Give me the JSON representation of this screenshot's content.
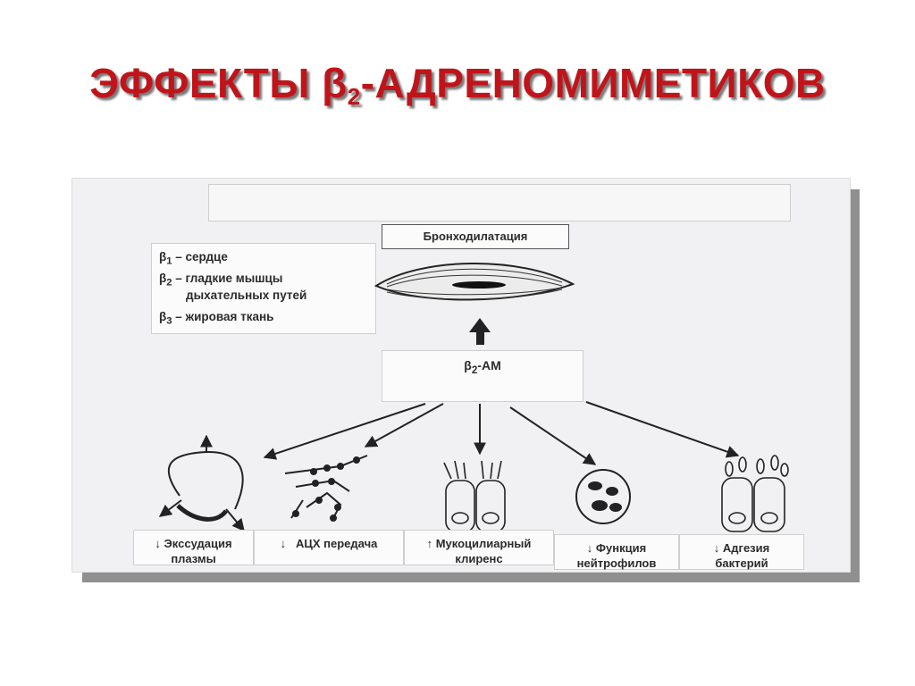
{
  "title": {
    "prefix": "ЭФФЕКТЫ β",
    "subscript": "2",
    "suffix": "-АДРЕНОМИМЕТИКОВ"
  },
  "diagram": {
    "bronchodilation_label": "Бронходилатация",
    "receptors": [
      {
        "symbol": "β",
        "index": "1",
        "text": " – сердце"
      },
      {
        "symbol": "β",
        "index": "2",
        "text": " – гладкие мышцы"
      },
      {
        "symbol": "",
        "index": "",
        "text": "дыхательных путей"
      },
      {
        "symbol": "β",
        "index": "3",
        "text": " – жировая ткань"
      }
    ],
    "agent": {
      "symbol": "β",
      "index": "2",
      "text": "-АМ"
    },
    "effects": [
      {
        "arrow": "↓",
        "line1": "Экссудация",
        "line2": "плазмы"
      },
      {
        "arrow": "↓",
        "line1": "АЦХ передача",
        "line2": ""
      },
      {
        "arrow": "↑",
        "line1": "Мукоцилиарный",
        "line2": "клиренс"
      },
      {
        "arrow": "↓",
        "line1": "Функция",
        "line2": "нейтрофилов"
      },
      {
        "arrow": "↓",
        "line1": "Адгезия",
        "line2": "бактерий"
      }
    ]
  },
  "colors": {
    "title": "#c0141a",
    "panel": "#f1f1f3",
    "shadow": "#8f8f8f",
    "ink": "#2b2b2b"
  }
}
